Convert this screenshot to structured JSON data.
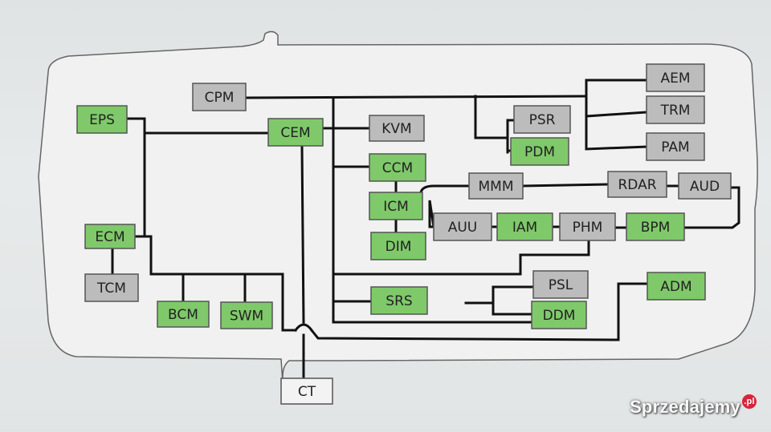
{
  "colors": {
    "green": "#7fc96a",
    "gray": "#bcbcbc",
    "white": "#f3f3f3",
    "line": "#111111",
    "outline": "#555555"
  },
  "nodes": [
    {
      "id": "CPM",
      "label": "CPM",
      "color": "gray"
    },
    {
      "id": "EPS",
      "label": "EPS",
      "color": "green"
    },
    {
      "id": "CEM",
      "label": "CEM",
      "color": "green"
    },
    {
      "id": "KVM",
      "label": "KVM",
      "color": "gray"
    },
    {
      "id": "PSR",
      "label": "PSR",
      "color": "gray"
    },
    {
      "id": "PDM",
      "label": "PDM",
      "color": "green"
    },
    {
      "id": "AEM",
      "label": "AEM",
      "color": "gray"
    },
    {
      "id": "TRM",
      "label": "TRM",
      "color": "gray"
    },
    {
      "id": "PAM",
      "label": "PAM",
      "color": "gray"
    },
    {
      "id": "CCM",
      "label": "CCM",
      "color": "green"
    },
    {
      "id": "ICM",
      "label": "ICM",
      "color": "green"
    },
    {
      "id": "DIM",
      "label": "DIM",
      "color": "green"
    },
    {
      "id": "MMM",
      "label": "MMM",
      "color": "gray"
    },
    {
      "id": "RDAR",
      "label": "RDAR",
      "color": "gray"
    },
    {
      "id": "AUD",
      "label": "AUD",
      "color": "gray"
    },
    {
      "id": "AUU",
      "label": "AUU",
      "color": "gray"
    },
    {
      "id": "IAM",
      "label": "IAM",
      "color": "green"
    },
    {
      "id": "PHM",
      "label": "PHM",
      "color": "gray"
    },
    {
      "id": "BPM",
      "label": "BPM",
      "color": "green"
    },
    {
      "id": "ECM",
      "label": "ECM",
      "color": "green"
    },
    {
      "id": "TCM",
      "label": "TCM",
      "color": "gray"
    },
    {
      "id": "BCM",
      "label": "BCM",
      "color": "green"
    },
    {
      "id": "SWM",
      "label": "SWM",
      "color": "green"
    },
    {
      "id": "SRS",
      "label": "SRS",
      "color": "green"
    },
    {
      "id": "PSL",
      "label": "PSL",
      "color": "gray"
    },
    {
      "id": "DDM",
      "label": "DDM",
      "color": "green"
    },
    {
      "id": "ADM",
      "label": "ADM",
      "color": "green"
    },
    {
      "id": "CT",
      "label": "CT",
      "color": "white"
    }
  ],
  "watermark": {
    "brand": "Sprzedajemy",
    "tld": ".pl"
  }
}
